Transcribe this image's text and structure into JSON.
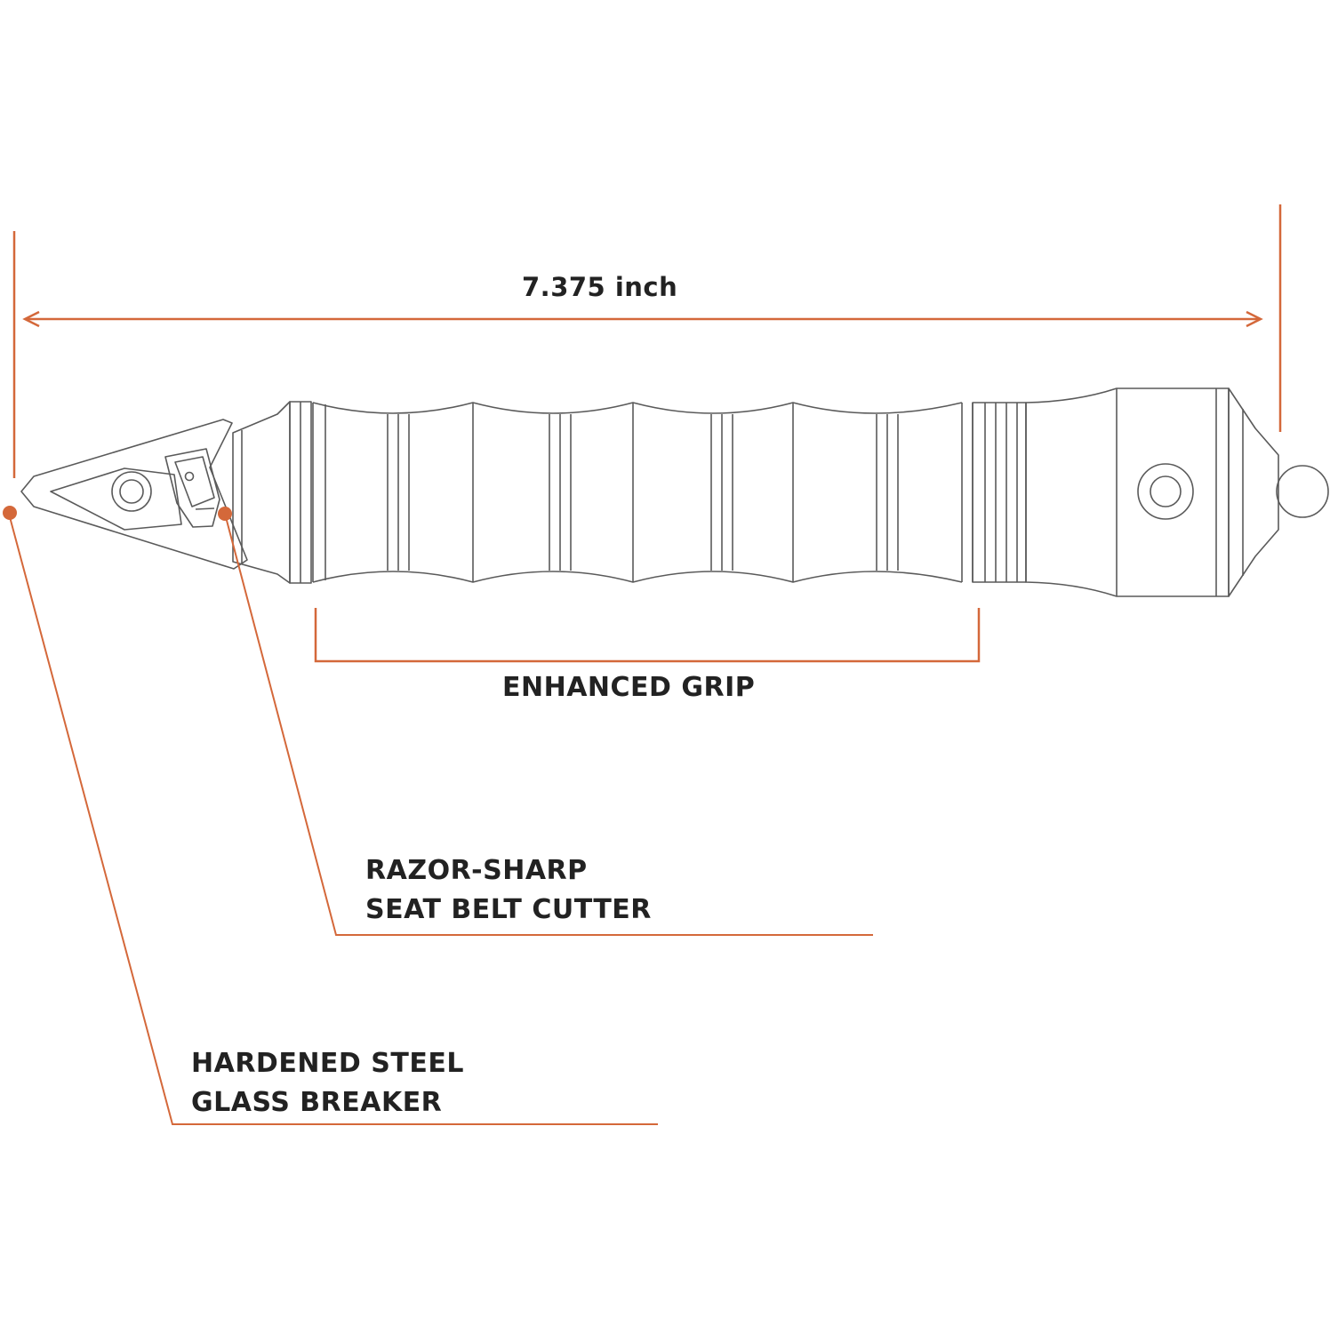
{
  "labels": {
    "length": "7.375 inch",
    "grip": "ENHANCED GRIP",
    "cutter_line1": "RAZOR-SHARP",
    "cutter_line2": "SEAT BELT CUTTER",
    "breaker_line1": "HARDENED STEEL",
    "breaker_line2": "GLASS BREAKER"
  },
  "colors": {
    "accent": "#D4683A",
    "outline": "#5A5A5A",
    "text": "#222222",
    "background": "#FFFFFF"
  },
  "icons": {
    "callout_dot": "filled-circle",
    "dimension_arrow": "double-arrow"
  }
}
